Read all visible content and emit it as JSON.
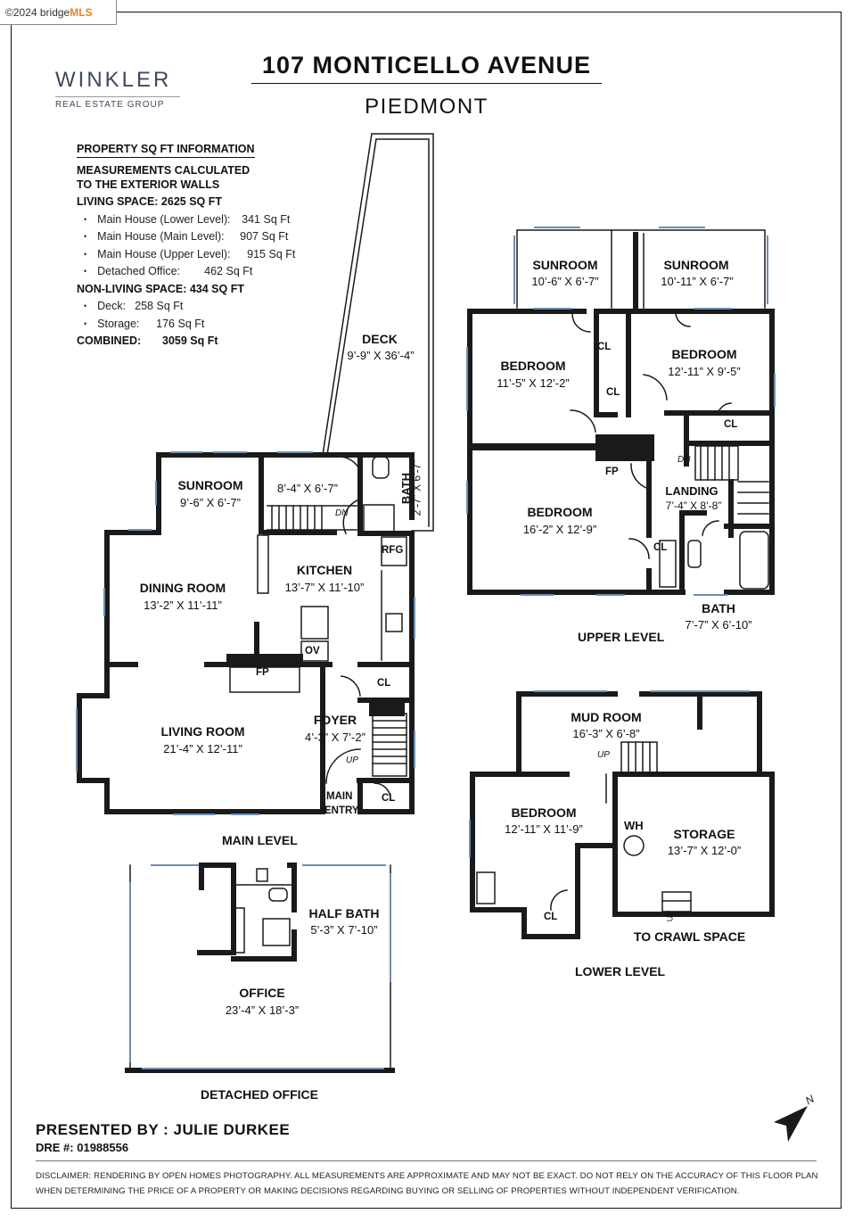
{
  "watermark": {
    "prefix": "©2024 bridge",
    "brand": "MLS"
  },
  "logo": {
    "main": "WINKLER",
    "sub": "REAL ESTATE GROUP"
  },
  "header": {
    "title": "107 MONTICELLO AVENUE",
    "subtitle": "PIEDMONT"
  },
  "sqft": {
    "heading": "PROPERTY SQ FT INFORMATION",
    "note_line1": "MEASUREMENTS CALCULATED",
    "note_line2": "TO THE EXTERIOR WALLS",
    "living": "LIVING SPACE: 2625 SQ FT",
    "living_items": [
      {
        "name": "Main House (Lower Level):",
        "value": "341 Sq Ft"
      },
      {
        "name": "Main House (Main Level):",
        "value": "907 Sq Ft"
      },
      {
        "name": "Main House (Upper Level):",
        "value": "915 Sq Ft"
      },
      {
        "name": "Detached Office:",
        "value": "462 Sq Ft"
      }
    ],
    "nonliving": "NON-LIVING SPACE: 434 SQ FT",
    "nonliving_items": [
      {
        "name": "Deck:",
        "value": "258 Sq Ft"
      },
      {
        "name": "Storage:",
        "value": "176 Sq Ft"
      }
    ],
    "combined_label": "COMBINED:",
    "combined_value": "3059  Sq Ft"
  },
  "main_level": {
    "level": "MAIN LEVEL",
    "deck": {
      "name": "DECK",
      "dim": "9’-9” X 36’-4”"
    },
    "sunroom": {
      "name": "SUNROOM",
      "dim": "9’-6” X 6’-7”"
    },
    "stair_room": {
      "dim": "8’-4” X 6’-7”"
    },
    "bath": {
      "name": "BATH",
      "dim": "2’-7” X 6’-7”"
    },
    "dining": {
      "name": "DINING ROOM",
      "dim": "13’-2” X 11’-11”"
    },
    "kitchen": {
      "name": "KITCHEN",
      "dim": "13’-7” X 11’-10”"
    },
    "living": {
      "name": "LIVING ROOM",
      "dim": "21’-4” X 12’-11”"
    },
    "foyer": {
      "name": "FOYER",
      "dim": "4’-3” X 7’-2”"
    },
    "entry_line1": "MAIN",
    "entry_line2": "ENTRY",
    "rfg": "RFG",
    "ov": "OV",
    "fp": "FP",
    "cl": "CL",
    "dn": "DN",
    "up": "UP"
  },
  "office_level": {
    "level": "DETACHED OFFICE",
    "half_bath": {
      "name": "HALF BATH",
      "dim": "5’-3” X 7’-10”"
    },
    "office": {
      "name": "OFFICE",
      "dim": "23’-4” X 18’-3”"
    }
  },
  "upper_level": {
    "level": "UPPER LEVEL",
    "sunroom_left": {
      "name": "SUNROOM",
      "dim": "10’-6” X 6’-7”"
    },
    "sunroom_right": {
      "name": "SUNROOM",
      "dim": "10’-11” X 6’-7”"
    },
    "bedroom_left": {
      "name": "BEDROOM",
      "dim": "11’-5” X 12’-2”"
    },
    "bedroom_right": {
      "name": "BEDROOM",
      "dim": "12’-11” X 9’-5”"
    },
    "bedroom_big": {
      "name": "BEDROOM",
      "dim": "16’-2” X 12’-9”"
    },
    "landing": {
      "name": "LANDING",
      "dim": "7’-4” X 8’-8”"
    },
    "bath": {
      "name": "BATH",
      "dim": "7’-7” X 6’-10”"
    },
    "cl": "CL",
    "fp": "FP",
    "dn": "DN"
  },
  "lower_level": {
    "level": "LOWER LEVEL",
    "mud": {
      "name": "MUD ROOM",
      "dim": "16’-3” X 6’-8”"
    },
    "bedroom": {
      "name": "BEDROOM",
      "dim": "12’-11” X 11’-9”"
    },
    "storage": {
      "name": "STORAGE",
      "dim": "13’-7” X 12’-0”"
    },
    "wh": "WH",
    "cl": "CL",
    "up": "UP",
    "crawl": "TO CRAWL SPACE"
  },
  "footer": {
    "presented": "PRESENTED BY : JULIE DURKEE",
    "dre": "DRE #: 01988556",
    "disclaimer_line1": "DISCLAIMER: RENDERING BY OPEN HOMES PHOTOGRAPHY. ALL MEASUREMENTS ARE APPROXIMATE AND MAY NOT BE EXACT. DO NOT RELY ON THE ACCURACY OF THIS FLOOR PLAN",
    "disclaimer_line2": "WHEN DETERMINING THE PRICE OF A PROPERTY OR MAKING DECISIONS REGARDING BUYING OR SELLING OF PROPERTIES WITHOUT INDEPENDENT VERIFICATION."
  },
  "compass": {
    "letter": "N"
  }
}
